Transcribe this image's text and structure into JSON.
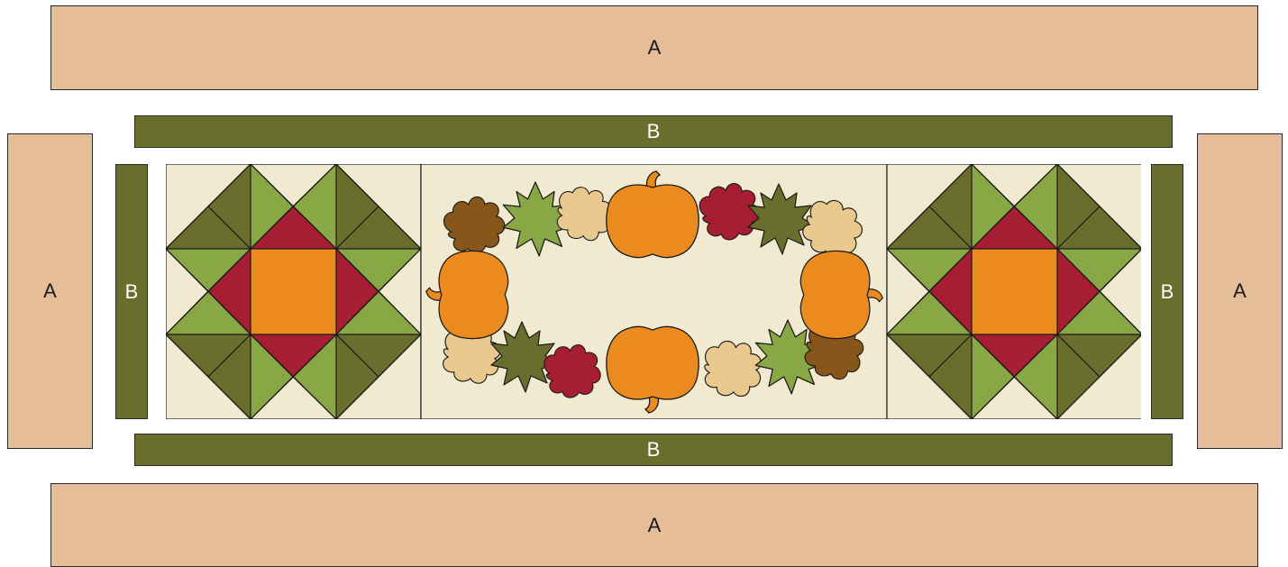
{
  "pattern": {
    "border_a_label": "A",
    "border_b_label": "B"
  },
  "colors": {
    "border_a": "#e6bd99",
    "border_b": "#6a6e2c",
    "background_fabric": "#f2ead0",
    "dark_green": "#6a6e2c",
    "light_green": "#8aa746",
    "red": "#a51e32",
    "orange": "#ea8a1f",
    "tan_leaf": "#eac98f",
    "brown_leaf": "#87561a",
    "outline": "#1a1a1a"
  },
  "blocks": {
    "left_block": "sawtooth-star",
    "center_block": "pumpkin-leaf-applique",
    "right_block": "sawtooth-star"
  },
  "icons": {
    "pumpkin": "pumpkin-icon",
    "oak_leaf": "oak-leaf-icon",
    "maple_leaf": "maple-leaf-icon"
  }
}
